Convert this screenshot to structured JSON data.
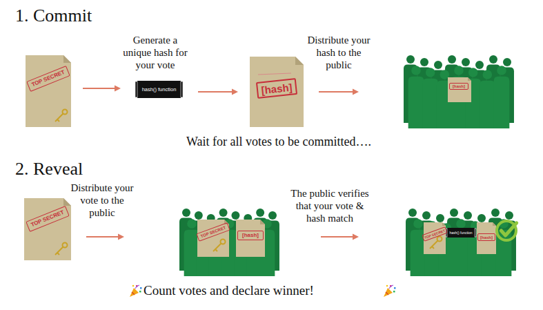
{
  "diagram": {
    "caption": "Count votes and declare winner!",
    "nodes": [
      {
        "text": [
          "TOP SECRET"
        ]
      },
      {
        "text": [
          "hash() function"
        ]
      },
      {
        "text": [
          "[hash]"
        ]
      },
      {
        "text": [
          "[hash]"
        ]
      },
      {
        "text": [
          "TOP SECRET"
        ]
      },
      {
        "text": [
          "TOP SECRET",
          "[hash]"
        ]
      },
      {
        "text": [
          "TOP SECRET",
          "hash() function",
          "[hash]"
        ]
      }
    ],
    "edges": [
      {
        "from": 0,
        "to": 1,
        "arrow": "to",
        "label": "Generate a unique hash for your vote"
      },
      {
        "from": 1,
        "to": 2,
        "arrow": "to"
      },
      {
        "from": 2,
        "to": 3,
        "arrow": "to",
        "label": "Distribute your hash to the public"
      },
      {
        "from": 4,
        "to": 5,
        "arrow": "to",
        "label": "Distribute your vote to the public"
      },
      {
        "from": 5,
        "to": 6,
        "arrow": "to",
        "label": "The public verifies that your vote & hash match"
      }
    ],
    "labels": [
      "1. Commit",
      "Wait for all votes to be committed….",
      "2. Reveal"
    ]
  }
}
